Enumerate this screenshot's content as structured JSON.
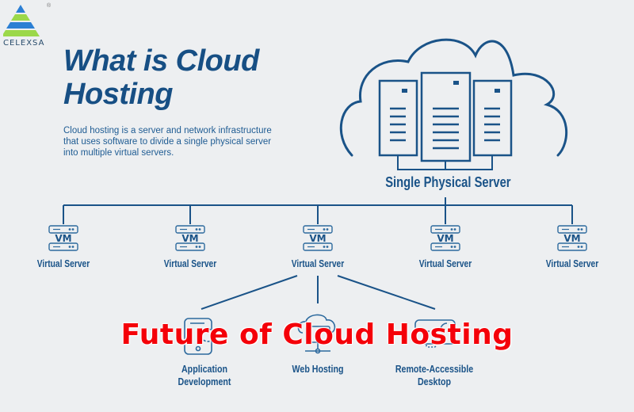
{
  "brand": {
    "name": "CELEXSA",
    "registered_mark": "®",
    "colors": {
      "blue": "#2b7fd4",
      "green": "#9bd84a",
      "text": "#274b6b"
    }
  },
  "header": {
    "title_line1": "What is Cloud",
    "title_line2": "Hosting",
    "description": "Cloud hosting is a server and network infrastructure that uses software to divide a single physical server into multiple virtual servers."
  },
  "diagram": {
    "root": {
      "label": "Single Physical Server",
      "icon": "cloud-servers-icon"
    },
    "virtual_servers": [
      {
        "label": "Virtual Server",
        "badge": "VM",
        "icon": "vm-server-icon"
      },
      {
        "label": "Virtual Server",
        "badge": "VM",
        "icon": "vm-server-icon"
      },
      {
        "label": "Virtual Server",
        "badge": "VM",
        "icon": "vm-server-icon"
      },
      {
        "label": "Virtual Server",
        "badge": "VM",
        "icon": "vm-server-icon"
      },
      {
        "label": "Virtual Server",
        "badge": "VM",
        "icon": "vm-server-icon"
      }
    ],
    "uses": [
      {
        "label_line1": "Application",
        "label_line2": "Development",
        "icon": "tablet-gear-icon"
      },
      {
        "label_line1": "Web Hosting",
        "label_line2": "",
        "icon": "cloud-monitor-icon"
      },
      {
        "label_line1": "Remote-Accessible",
        "label_line2": "Desktop",
        "icon": "remote-desktop-icon"
      }
    ],
    "colors": {
      "line": "#1a5388",
      "background": "#edeff1"
    }
  },
  "overlay": {
    "text": "Future of Cloud Hosting",
    "color": "#f40009"
  }
}
